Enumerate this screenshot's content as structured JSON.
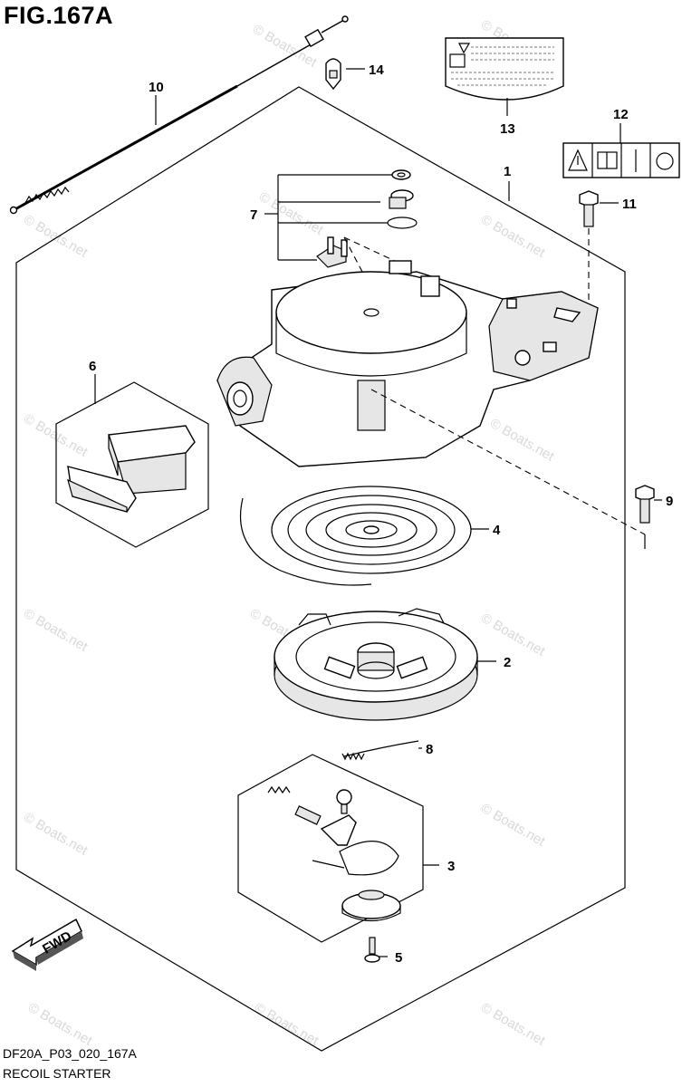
{
  "figure": {
    "title": "FIG.167A",
    "code": "DF20A_P03_020_167A",
    "caption": "RECOIL STARTER",
    "watermark": "© Boats.net",
    "fwd_label": "FWD"
  },
  "callouts": [
    {
      "id": "1",
      "label": "1"
    },
    {
      "id": "2",
      "label": "2"
    },
    {
      "id": "3",
      "label": "3"
    },
    {
      "id": "4",
      "label": "4"
    },
    {
      "id": "5",
      "label": "5"
    },
    {
      "id": "6",
      "label": "6"
    },
    {
      "id": "7",
      "label": "7"
    },
    {
      "id": "8",
      "label": "8"
    },
    {
      "id": "9",
      "label": "9"
    },
    {
      "id": "10",
      "label": "10"
    },
    {
      "id": "11",
      "label": "11"
    },
    {
      "id": "12",
      "label": "12"
    },
    {
      "id": "13",
      "label": "13"
    },
    {
      "id": "14",
      "label": "14"
    }
  ]
}
